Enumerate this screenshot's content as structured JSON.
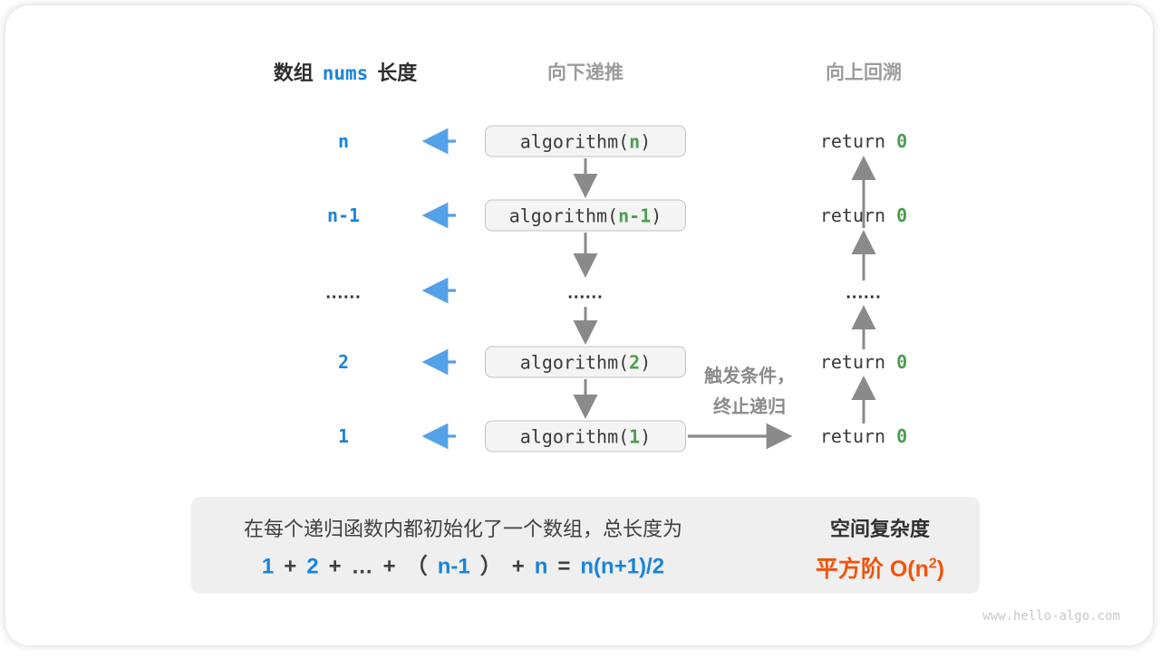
{
  "header": {
    "left_prefix": "数组",
    "left_code": "nums",
    "left_suffix": "长度",
    "middle": "向下递推",
    "right": "向上回溯"
  },
  "rows": [
    {
      "label": "n",
      "call": "algorithm(",
      "arg": "n",
      "close": ")",
      "ret": "return",
      "retval": "0"
    },
    {
      "label": "n-1",
      "call": "algorithm(",
      "arg": "n-1",
      "close": ")",
      "ret": "return",
      "retval": "0"
    },
    {
      "label": "......",
      "mid_dots": "......",
      "right_dots": "......"
    },
    {
      "label": "2",
      "call": "algorithm(",
      "arg": "2",
      "close": ")",
      "ret": "return",
      "retval": "0"
    },
    {
      "label": "1",
      "call": "algorithm(",
      "arg": "1",
      "close": ")",
      "ret": "return",
      "retval": "0"
    }
  ],
  "annotations": {
    "base_case_line1": "触发条件，",
    "base_case_line2": "终止递归"
  },
  "summary": {
    "line1": "在每个递归函数内都初始化了一个数组，总长度为",
    "formula": [
      {
        "t": "1",
        "c": "blue"
      },
      {
        "t": "+",
        "c": "dark"
      },
      {
        "t": "2",
        "c": "blue"
      },
      {
        "t": "+",
        "c": "dark"
      },
      {
        "t": "…",
        "c": "dark"
      },
      {
        "t": "+",
        "c": "dark"
      },
      {
        "t": "（",
        "c": "dark"
      },
      {
        "t": "n-1",
        "c": "blue"
      },
      {
        "t": "）",
        "c": "dark"
      },
      {
        "t": "+",
        "c": "dark"
      },
      {
        "t": "n",
        "c": "blue"
      },
      {
        "t": "=",
        "c": "dark"
      },
      {
        "t": "n(n+1)/2",
        "c": "blue"
      }
    ]
  },
  "result": {
    "title": "空间复杂度",
    "value_prefix": "平方阶 O(n",
    "value_sup": "2",
    "value_suffix": ")"
  },
  "watermark": "www.hello-algo.com",
  "colors": {
    "blue_text": "#1a84d9",
    "blue_arrow": "#54a1e8",
    "green_text": "#4c9e50",
    "gray_arrow": "#8a8a8a",
    "gray_header": "#9c9c9c",
    "box_fill": "#f4f4f4",
    "box_border": "#c2c2c2",
    "summary_fill": "#efefef",
    "orange_text": "#f2530b",
    "fat_arrow": "#cacaca"
  }
}
